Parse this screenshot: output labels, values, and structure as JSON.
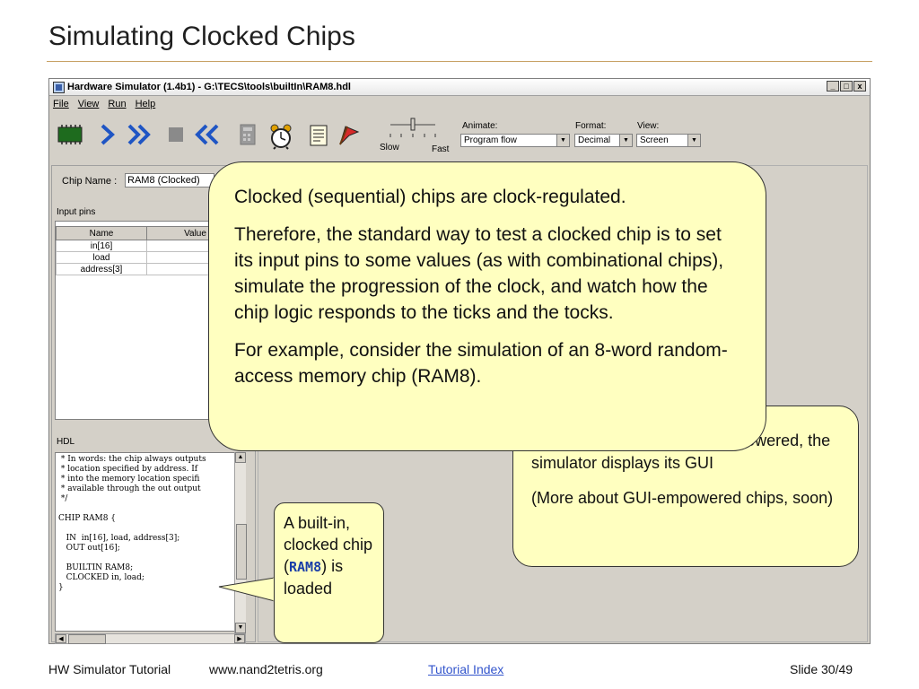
{
  "slide": {
    "title": "Simulating Clocked Chips",
    "footer_left": "HW Simulator Tutorial",
    "footer_url": "www.nand2tetris.org",
    "footer_link": "Tutorial Index",
    "footer_right": "Slide 30/49"
  },
  "window": {
    "title": "Hardware Simulator (1.4b1) - G:\\TECS\\tools\\builtIn\\RAM8.hdl",
    "buttons": [
      "_",
      "□",
      "x"
    ],
    "menu": [
      "File",
      "View",
      "Run",
      "Help"
    ]
  },
  "toolbar": {
    "speed_slow": "Slow",
    "speed_fast": "Fast",
    "animate_label": "Animate:",
    "animate_value": "Program flow",
    "format_label": "Format:",
    "format_value": "Decimal",
    "view_label": "View:",
    "view_value": "Screen"
  },
  "chip": {
    "label": "Chip Name :",
    "value": "RAM8 (Clocked)"
  },
  "input_pins": {
    "label": "Input pins",
    "headers": [
      "Name",
      "Value"
    ],
    "rows": [
      "in[16]",
      "load",
      "address[3]"
    ]
  },
  "hdl": {
    "label": "HDL",
    "lines": [
      " * In words: the chip always outputs",
      " * location specified by address. If",
      " * into the memory location specifi",
      " * available through the out output",
      " */",
      "",
      "CHIP RAM8 {",
      "",
      "   IN  in[16], load, address[3];",
      "   OUT out[16];",
      "",
      "   BUILTIN RAM8;",
      "   CLOCKED in, load;",
      "}"
    ]
  },
  "callouts": {
    "main": [
      "Clocked (sequential) chips are clock-regulated.",
      "Therefore, the standard way to test a clocked chip is to set its input pins to some values (as with combinational chips), simulate the progression of the clock, and watch how the chip logic responds to the ticks and the tocks.",
      "For example, consider the simulation of an 8-word random-access memory chip (RAM8)."
    ],
    "side": [
      "…so happens to be GUI- empowered, the simulator displays its GUI",
      "(More about GUI-empowered chips, soon)"
    ],
    "small_pre": "A built-in, clocked chip (",
    "small_code": "RAM8",
    "small_post": ") is loaded"
  },
  "colors": {
    "callout_fill": "#ffffc0",
    "title_rule": "#c8a165",
    "window_face": "#d4d0c8"
  }
}
